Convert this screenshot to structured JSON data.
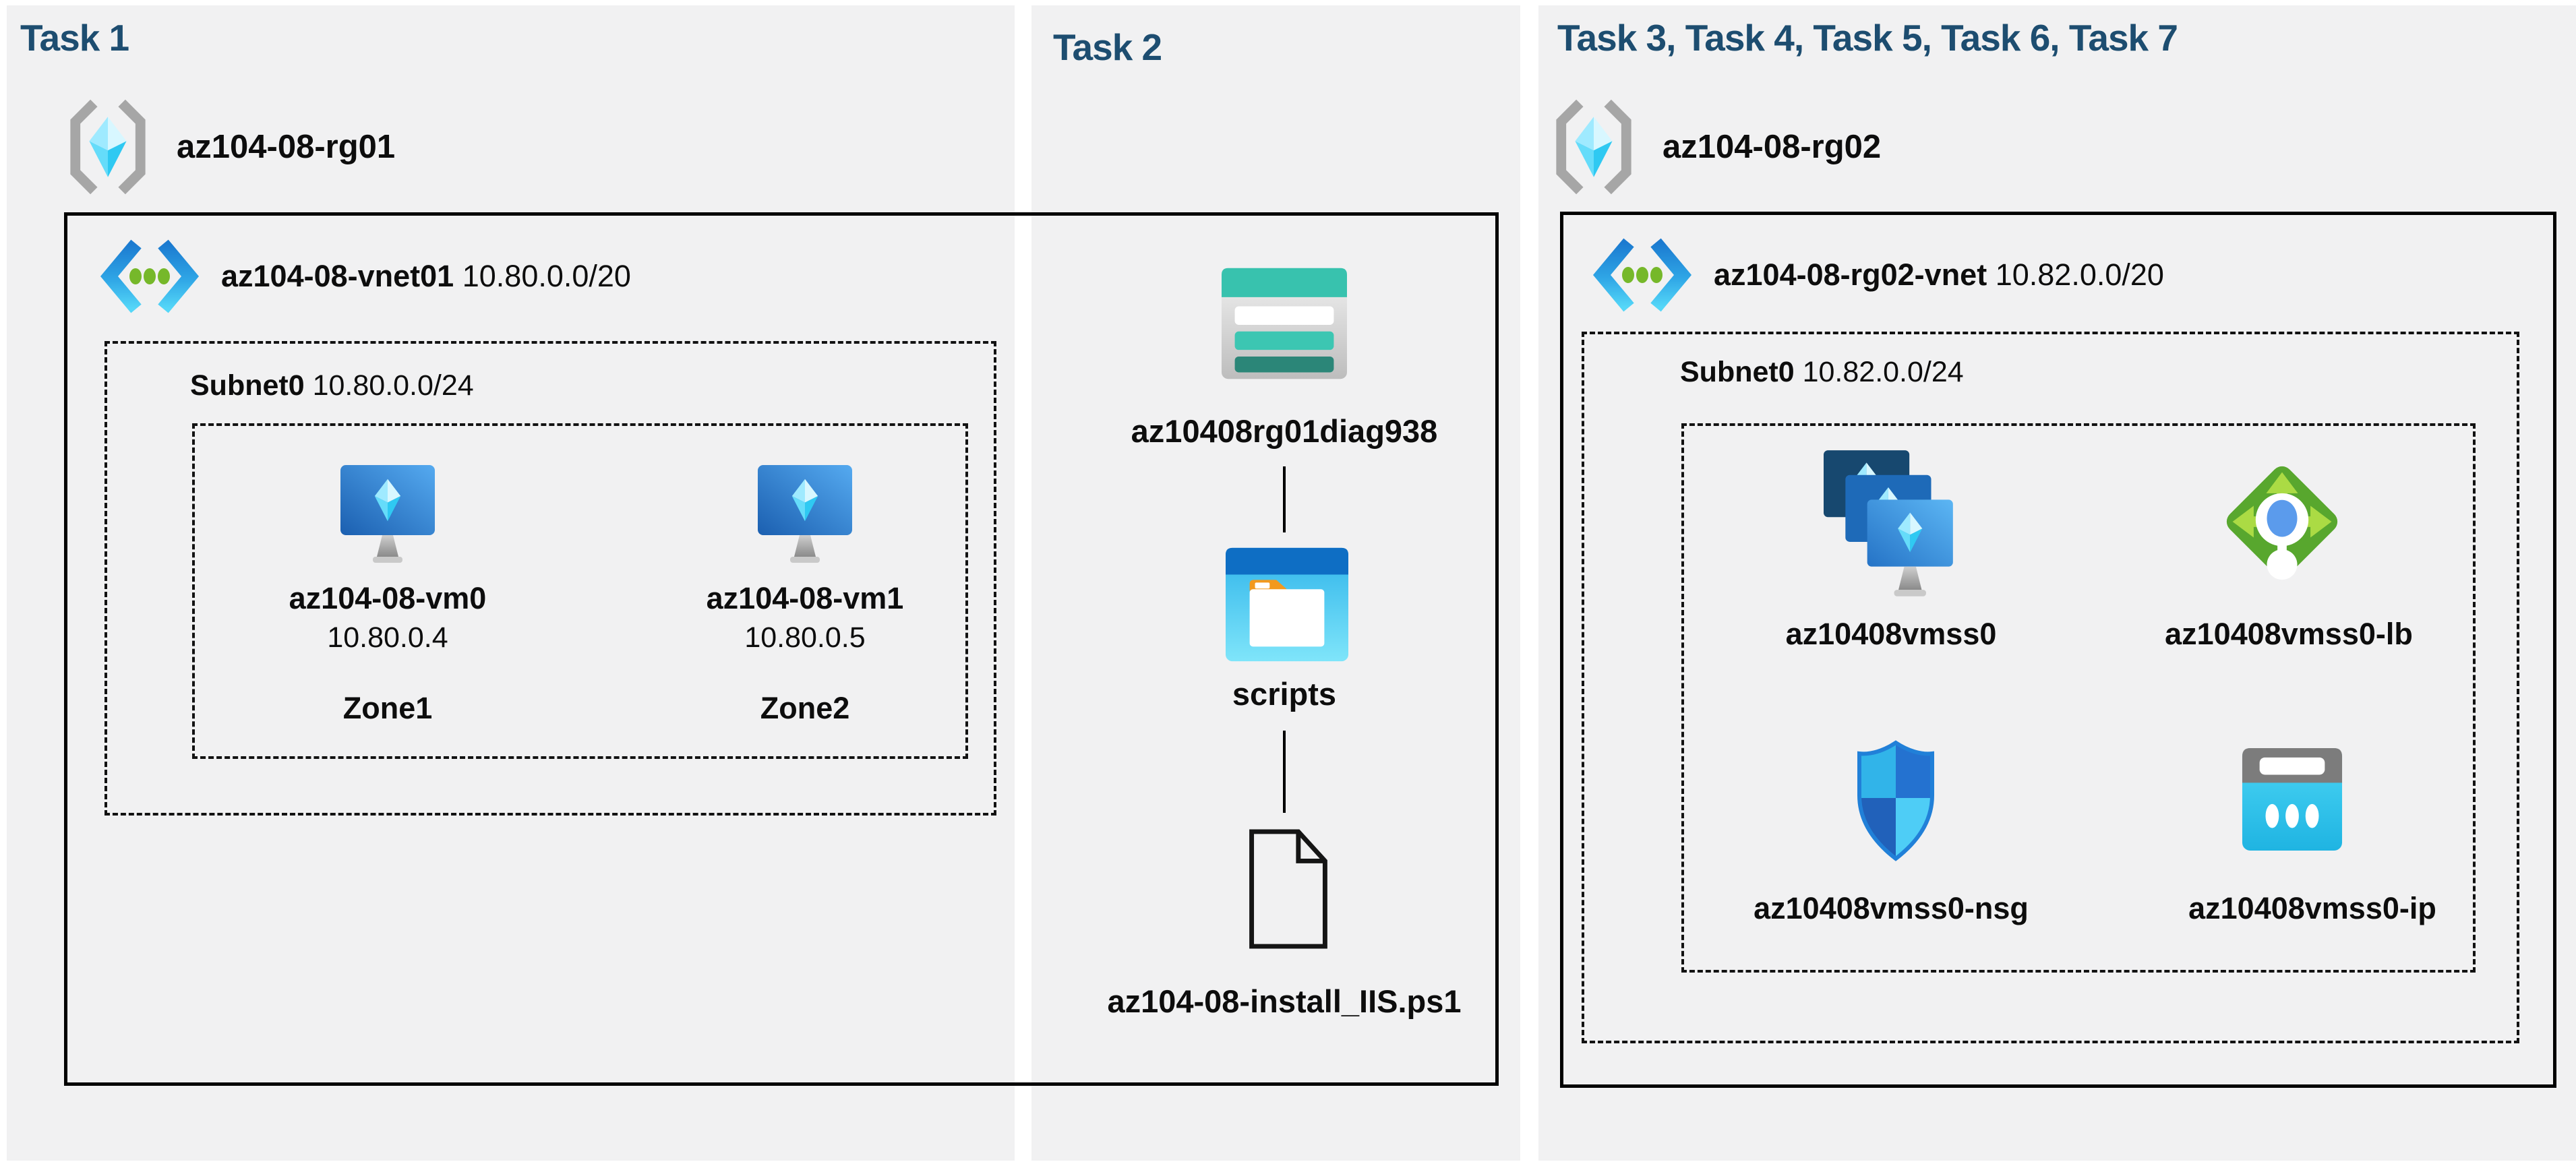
{
  "colors": {
    "title_navy": "#1d4d70",
    "panel_gray": "#f1f1f2",
    "border_black": "#000000",
    "azure_blue": "#1e7fd0",
    "storage_teal": "#38c2ae",
    "lb_green": "#58a72e",
    "vnet_dot_green": "#76b82a"
  },
  "panels": {
    "task1": {
      "title": "Task 1",
      "resource_group": {
        "icon": "resource-group-icon",
        "name": "az104-08-rg01"
      },
      "vnet": {
        "icon": "virtual-network-icon",
        "name": "az104-08-vnet01",
        "cidr": "10.80.0.0/20"
      },
      "subnet": {
        "name": "Subnet0",
        "cidr": "10.80.0.0/24"
      },
      "vms": [
        {
          "icon": "virtual-machine-icon",
          "name": "az104-08-vm0",
          "ip": "10.80.0.4",
          "zone": "Zone1"
        },
        {
          "icon": "virtual-machine-icon",
          "name": "az104-08-vm1",
          "ip": "10.80.0.5",
          "zone": "Zone2"
        }
      ]
    },
    "task2": {
      "title": "Task 2",
      "storage_account": {
        "icon": "storage-account-icon",
        "name": "az10408rg01diag938"
      },
      "container": {
        "icon": "blob-container-icon",
        "name": "scripts"
      },
      "file": {
        "icon": "file-icon",
        "name": "az104-08-install_IIS.ps1"
      }
    },
    "task3": {
      "title": "Task 3, Task 4, Task 5, Task 6, Task 7",
      "resource_group": {
        "icon": "resource-group-icon",
        "name": "az104-08-rg02"
      },
      "vnet": {
        "icon": "virtual-network-icon",
        "name": "az104-08-rg02-vnet",
        "cidr": "10.82.0.0/20"
      },
      "subnet": {
        "name": "Subnet0",
        "cidr": "10.82.0.0/24"
      },
      "resources": [
        {
          "icon": "vmss-icon",
          "name": "az10408vmss0"
        },
        {
          "icon": "load-balancer-icon",
          "name": "az10408vmss0-lb"
        },
        {
          "icon": "nsg-icon",
          "name": "az10408vmss0-nsg"
        },
        {
          "icon": "public-ip-icon",
          "name": "az10408vmss0-ip"
        }
      ]
    }
  }
}
